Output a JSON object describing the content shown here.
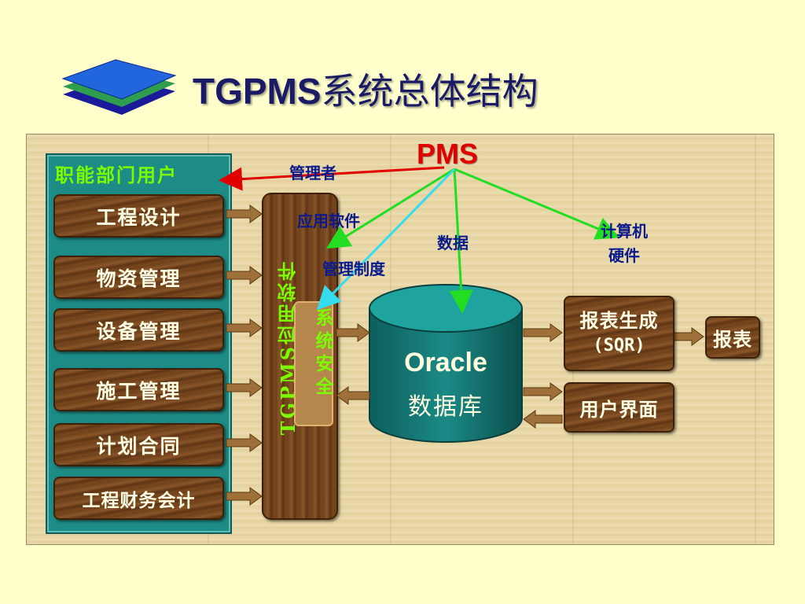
{
  "title": {
    "latin": "TGPMS",
    "chinese": "系统总体结构"
  },
  "colors": {
    "background": "#FFFFCC",
    "teal": "#1D8B86",
    "wood": "#6B3F1A",
    "green_text": "#7CFC00",
    "label_blue": "#0A1A8C",
    "red": "#E00000",
    "arrow_green": "#22DD22",
    "arrow_cyan": "#33DDEE"
  },
  "pms_label": "PMS",
  "departments": {
    "title": "职能部门用户",
    "items": [
      "工程设计",
      "物资管理",
      "设备管理",
      "施工管理",
      "计划合同",
      "工程财务会计"
    ]
  },
  "app_layer": {
    "label": "TGPMS应用软件",
    "security": "系统安全"
  },
  "labels": {
    "manager": "管理者",
    "app_software": "应用软件",
    "mgmt_system": "管理制度",
    "data": "数据",
    "hardware_1": "计算机",
    "hardware_2": "硬件"
  },
  "database": {
    "name": "Oracle",
    "subtitle": "数据库"
  },
  "outputs": {
    "report_gen_1": "报表生成",
    "report_gen_2": "(SQR)",
    "report": "报表",
    "ui": "用户界面"
  }
}
